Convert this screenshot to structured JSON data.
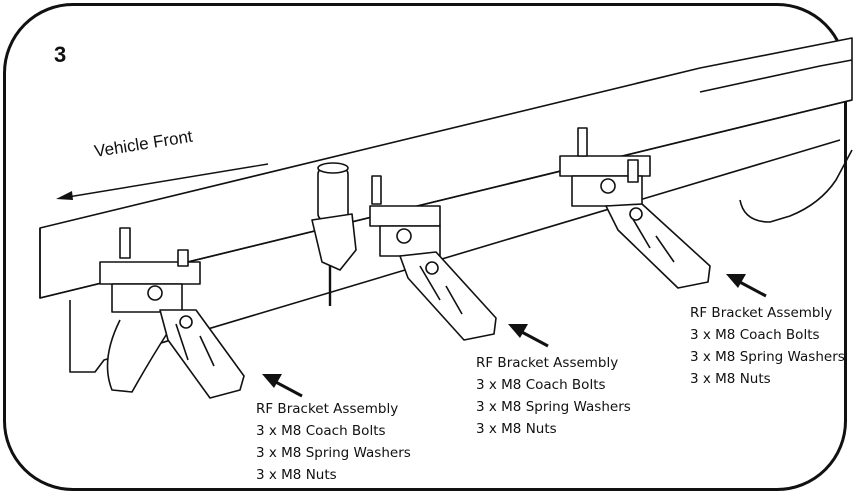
{
  "step": {
    "number": "3"
  },
  "direction": {
    "label": "Vehicle Front"
  },
  "callouts": [
    {
      "lines": [
        "RF Bracket Assembly",
        "3 x M8 Coach Bolts",
        "3 x M8 Spring Washers",
        "3 x M8 Nuts"
      ]
    },
    {
      "lines": [
        "RF Bracket Assembly",
        "3 x M8 Coach Bolts",
        "3 x M8 Spring Washers",
        "3 x M8 Nuts"
      ]
    },
    {
      "lines": [
        "RF Bracket Assembly",
        "3 x M8 Coach Bolts",
        "3 x M8 Spring Washers",
        "3 x M8 Nuts"
      ]
    }
  ]
}
